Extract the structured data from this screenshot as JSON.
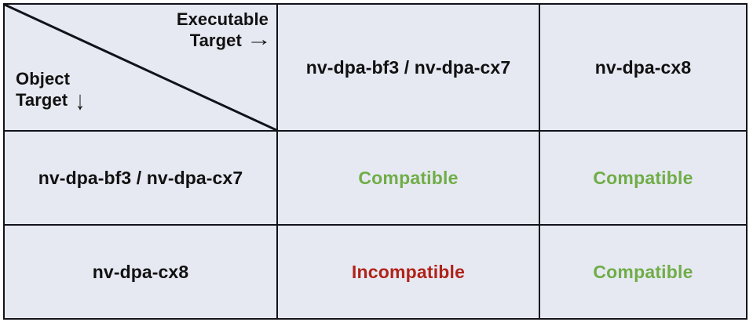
{
  "matrix": {
    "corner": {
      "executable_axis_label": "Executable\nTarget",
      "executable_axis_line1": "Executable",
      "executable_axis_line2": "Target",
      "executable_arrow": "→",
      "object_axis_line1": "Object",
      "object_axis_line2": "Target",
      "object_arrow": "↓"
    },
    "column_headers": [
      "nv-dpa-bf3 / nv-dpa-cx7",
      "nv-dpa-cx8"
    ],
    "row_headers": [
      "nv-dpa-bf3 / nv-dpa-cx7",
      "nv-dpa-cx8"
    ],
    "cells": [
      [
        "Compatible",
        "Compatible"
      ],
      [
        "Incompatible",
        "Compatible"
      ]
    ],
    "colors": {
      "compatible": "#70ad47",
      "incompatible": "#b02318",
      "cell_background": "#e6e9f2",
      "border": "#12121a",
      "text": "#111111"
    }
  }
}
